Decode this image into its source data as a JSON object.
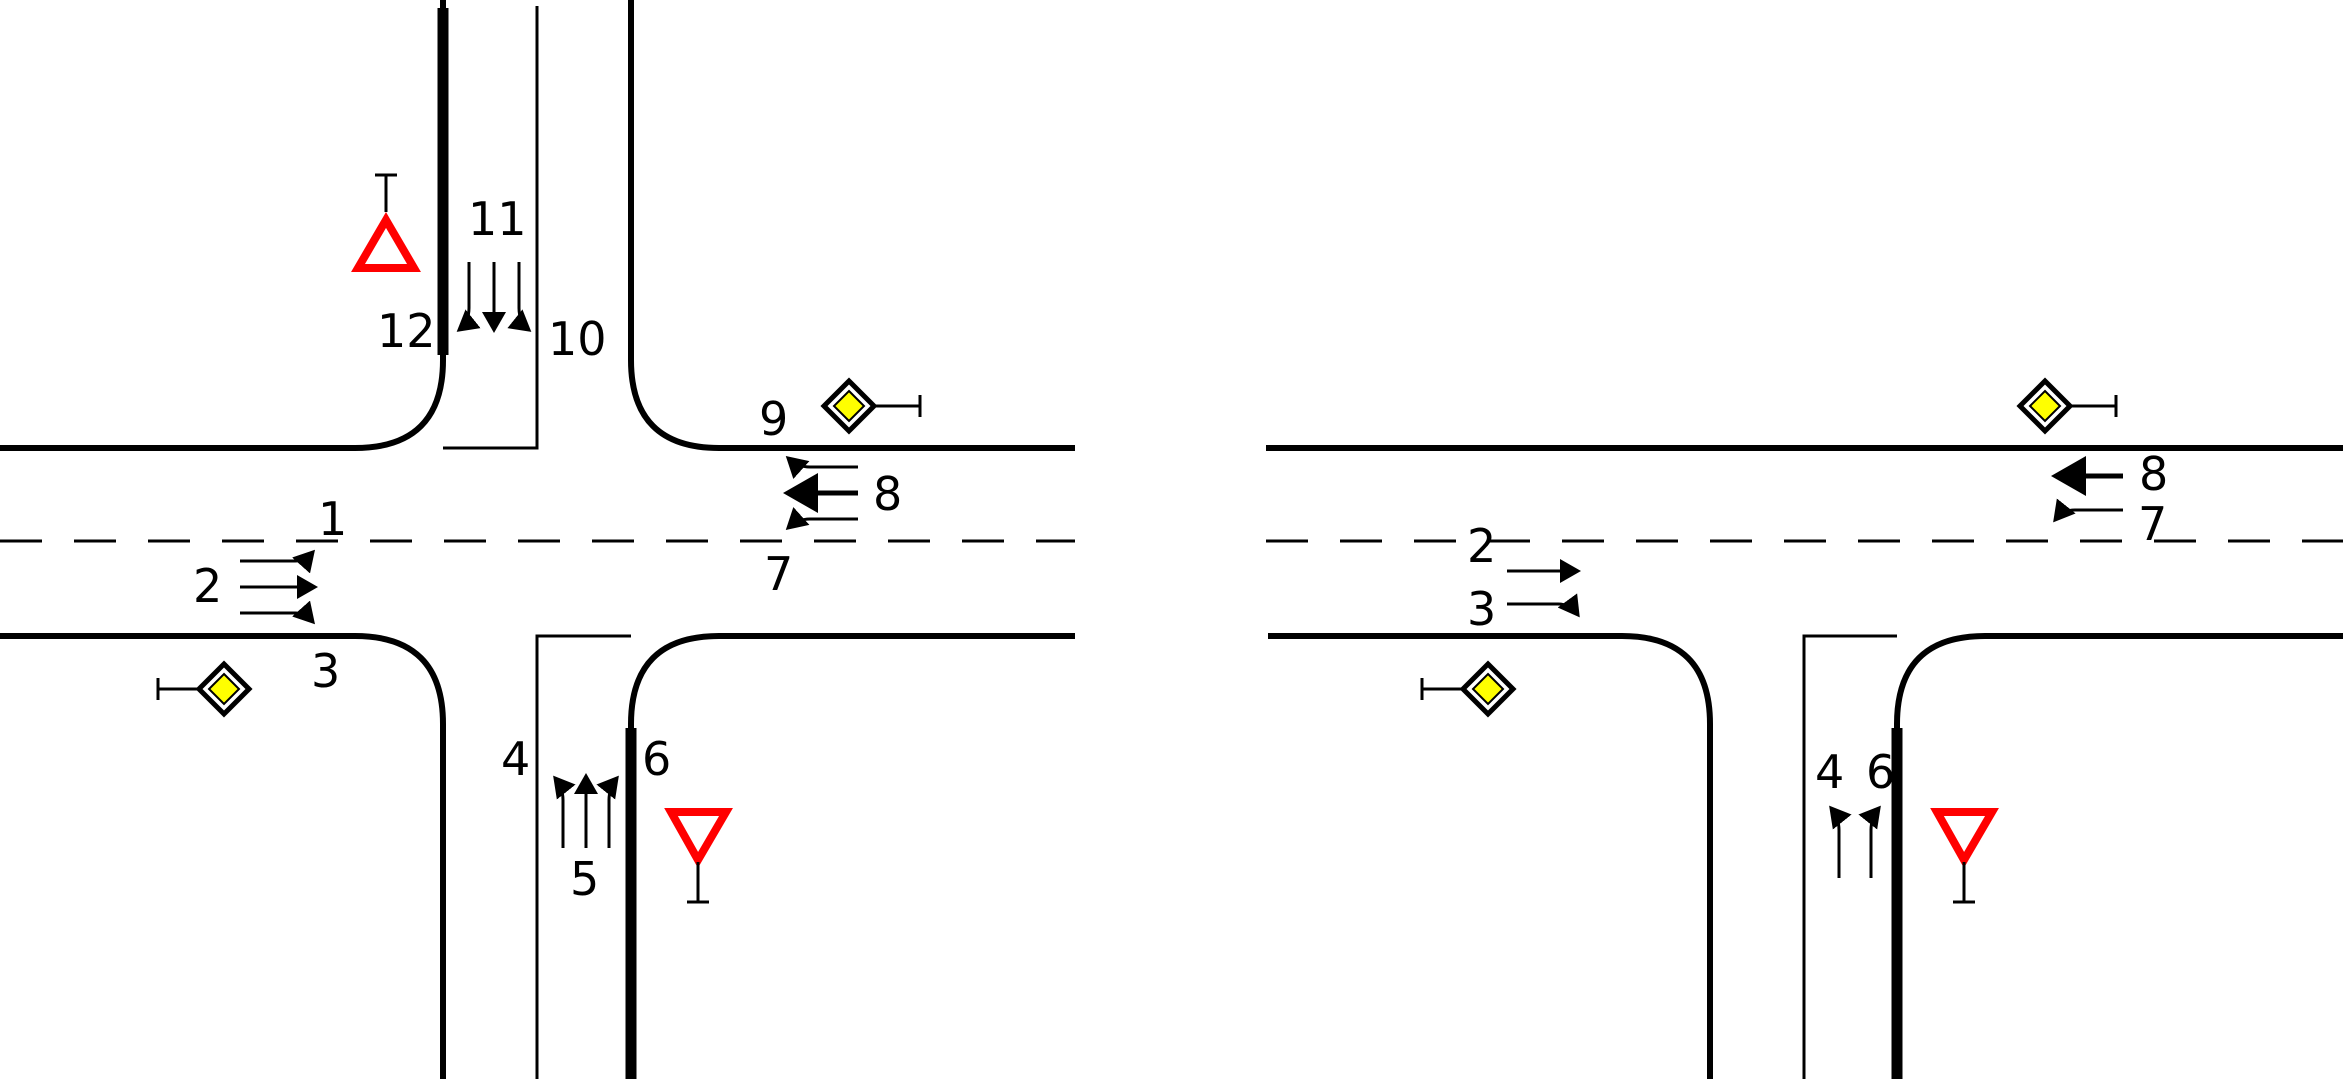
{
  "colors": {
    "road_line": "#000000",
    "yield_sign": "#ff0000",
    "priority_fill": "#ffff00",
    "priority_border": "#000000",
    "background": "#ffffff"
  },
  "icons": {
    "yield": "yield-sign-icon",
    "priority": "priority-road-sign-icon",
    "arrow": "lane-arrow-icon"
  },
  "four_way": {
    "movements": {
      "m1": "1",
      "m2": "2",
      "m3": "3",
      "m4": "4",
      "m5": "5",
      "m6": "6",
      "m7": "7",
      "m8": "8",
      "m9": "9",
      "m10": "10",
      "m11": "11",
      "m12": "12"
    }
  },
  "t_junction": {
    "movements": {
      "m2": "2",
      "m3": "3",
      "m4": "4",
      "m6": "6",
      "m7": "7",
      "m8": "8"
    }
  }
}
